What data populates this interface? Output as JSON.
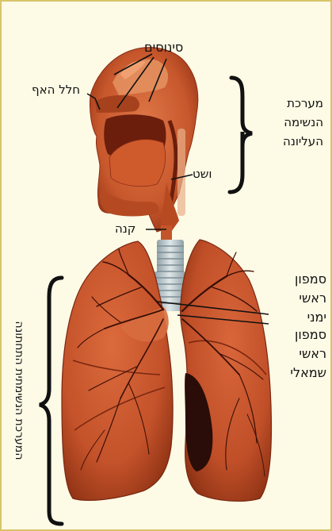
{
  "labels": {
    "sinuses": "סינוסים",
    "nasal_cavity": "חלל האף",
    "pharynx": "ושט",
    "trachea": "קנה",
    "upper_system": [
      "מערכת",
      "הנשימה",
      "העליונה"
    ],
    "right_bronchus": [
      "סמפון",
      "ראשי",
      "ימני"
    ],
    "left_bronchus": [
      "סמפון",
      "ראשי",
      "שמאלי"
    ],
    "lower_system": "המערכת הנשימתית התחתונה"
  },
  "colors": {
    "frame_border": "#d8c46a",
    "background": "#fdfae6",
    "tissue": "#c9582e",
    "tissue_dark": "#8a2e14",
    "lung_shadow": "#2a0d08",
    "cartilage": "#b9c4c8"
  }
}
